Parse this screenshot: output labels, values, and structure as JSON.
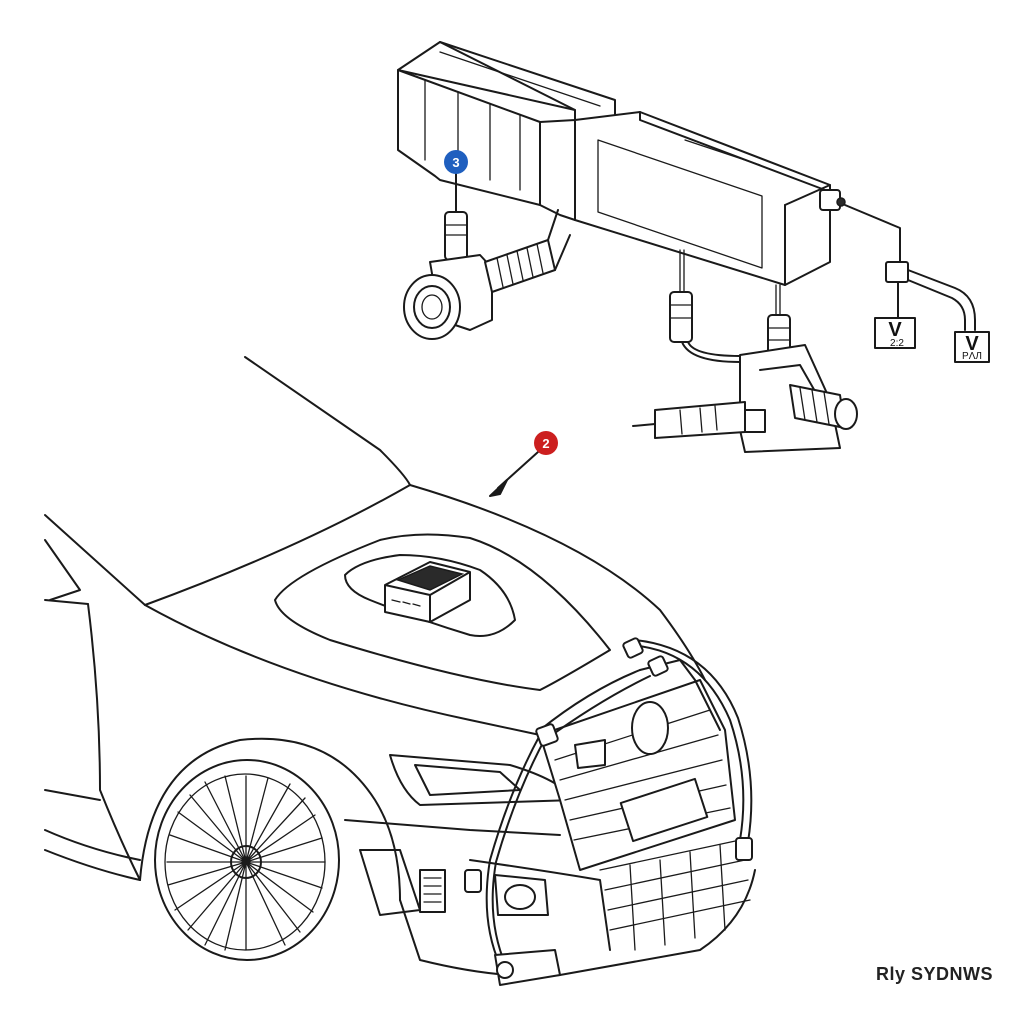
{
  "callouts": [
    {
      "id": "callout-3",
      "label": "3",
      "color": "#1f5fbf"
    },
    {
      "id": "callout-2",
      "label": "2",
      "color": "#cc1f1f"
    }
  ],
  "gauges": [
    {
      "id": "gauge-left",
      "symbol": "V",
      "sub": "2:2"
    },
    {
      "id": "gauge-right",
      "symbol": "V",
      "sub": "PΛЛ"
    }
  ],
  "watermark": "Rly SYDNWS"
}
